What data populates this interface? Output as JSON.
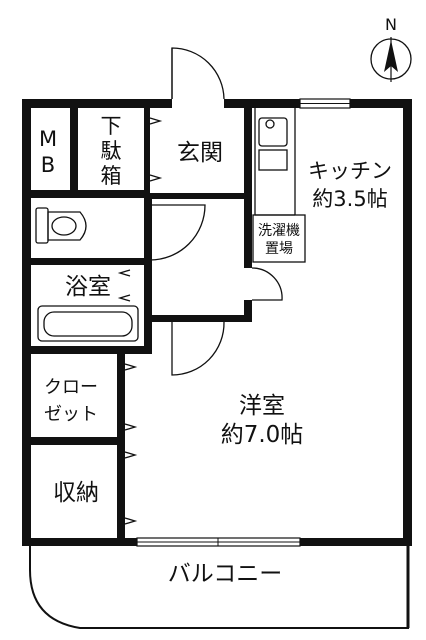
{
  "compass": {
    "label": "N"
  },
  "rooms": {
    "mb": {
      "line1": "M",
      "line2": "B"
    },
    "shoebox": {
      "line1": "下",
      "line2": "駄",
      "line3": "箱"
    },
    "entrance": {
      "label": "玄関"
    },
    "kitchen": {
      "name": "キッチン",
      "size": "約3.5帖"
    },
    "laundry": {
      "line1": "洗濯機",
      "line2": "置場"
    },
    "bath": {
      "label": "浴室"
    },
    "closet": {
      "line1": "クロー",
      "line2": "ゼット"
    },
    "storage": {
      "label": "収納"
    },
    "western": {
      "name": "洋室",
      "size": "約7.0帖"
    },
    "balcony": {
      "label": "バルコニー"
    }
  }
}
